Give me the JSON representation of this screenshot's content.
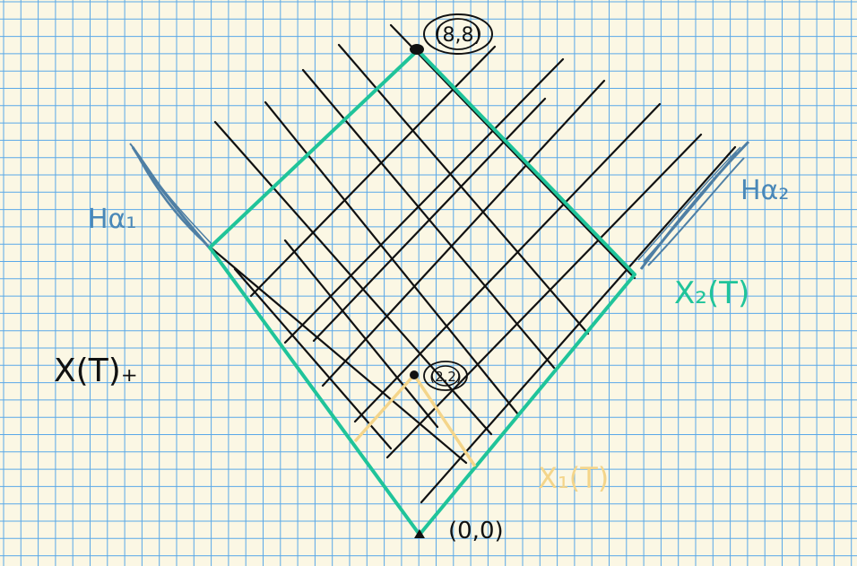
{
  "labels": {
    "top_point": "(8,8)",
    "mid_point": "(2,2)",
    "origin": "(0,0)",
    "h_alpha1": "Hα₁",
    "h_alpha2": "Hα₂",
    "x2_region": "X₂(T)",
    "x1_region": "X₁(T)",
    "x_t_plus": "X(T)₊"
  },
  "colors": {
    "paper": "#fbf7e4",
    "grid": "#5aa8e8",
    "ink": "#111111",
    "teal": "#20c49a",
    "yellow": "#f4d58a",
    "blue_label": "#4a88b8",
    "hatch": "#4f7fa4"
  },
  "grid_subdivisions": 8,
  "inner_highlight_coord": [
    2,
    2
  ]
}
